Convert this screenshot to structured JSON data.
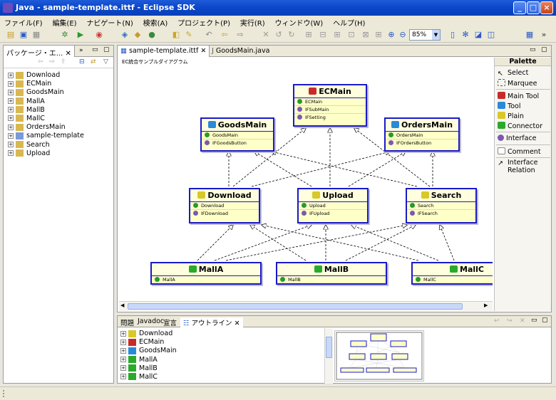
{
  "window": {
    "title": "Java - sample-template.ittf - Eclipse SDK"
  },
  "menu": [
    "ファイル(F)",
    "編集(E)",
    "ナビゲート(N)",
    "検索(A)",
    "プロジェクト(P)",
    "実行(R)",
    "ウィンドウ(W)",
    "ヘルプ(H)"
  ],
  "toolbar": {
    "zoom": "85%"
  },
  "explorer": {
    "tab_label": "パッケージ・エ...",
    "items": [
      "Download",
      "ECMain",
      "GoodsMain",
      "MallA",
      "MallB",
      "MallC",
      "OrdersMain",
      "sample-template",
      "Search",
      "Upload"
    ]
  },
  "editor": {
    "tabs": [
      "sample-template.ittf",
      "GoodsMain.java"
    ],
    "diagram_title": "EC統合サンプルダイアグラム",
    "nodes": {
      "ecmain": {
        "name": "ECMain",
        "rows": [
          "ECMain",
          "IFSubMain",
          "IFSetting"
        ]
      },
      "goodsmain": {
        "name": "GoodsMain",
        "rows": [
          "GoodsMain",
          "IFGoodsButton"
        ]
      },
      "ordersmain": {
        "name": "OrdersMain",
        "rows": [
          "OrdersMain",
          "IFOrdersButton"
        ]
      },
      "download": {
        "name": "Download",
        "rows": [
          "Download",
          "IFDownload"
        ]
      },
      "upload": {
        "name": "Upload",
        "rows": [
          "Upload",
          "IFUpload"
        ]
      },
      "search": {
        "name": "Search",
        "rows": [
          "Search",
          "IFSearch"
        ]
      },
      "malla": {
        "name": "MallA",
        "rows": [
          "MallA"
        ]
      },
      "mallb": {
        "name": "MallB",
        "rows": [
          "MallB"
        ]
      },
      "mallc": {
        "name": "MallC",
        "rows": [
          "MallC"
        ]
      }
    }
  },
  "palette": {
    "title": "Palette",
    "items": [
      "Select",
      "Marquee",
      "Main Tool",
      "Tool",
      "Plain",
      "Connector",
      "Interface",
      "Comment",
      "Interface",
      "Relation"
    ]
  },
  "bottom": {
    "tabs": [
      "問題",
      "Javadoc",
      "宣言",
      "アウトライン"
    ],
    "items": [
      "Download",
      "ECMain",
      "GoodsMain",
      "MallA",
      "MallB",
      "MallC"
    ]
  },
  "colors": {
    "accent": "#1a1ac8",
    "node_fill": "#ffffc8"
  }
}
